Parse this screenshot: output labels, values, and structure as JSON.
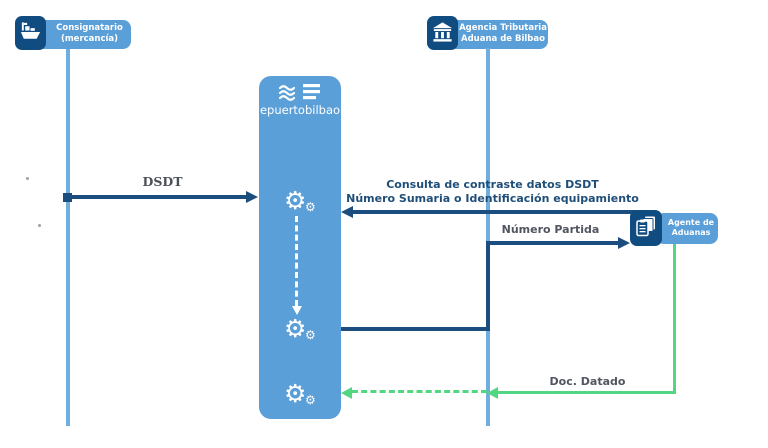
{
  "colors": {
    "light_blue": "#5B9FD8",
    "lifeline_blue": "#6FAEDE",
    "navy": "#1B4E7E",
    "icon_navy": "#114C80",
    "green": "#53D682",
    "label_navy": "#1F4E79",
    "label_gray": "#50555F",
    "white": "#FFFFFF"
  },
  "actors": {
    "consignatario": {
      "line1": "Consignatario",
      "line2": "(mercancía)",
      "icon": "ship-icon"
    },
    "agencia_tributaria": {
      "line1": "Agencia Tributaria",
      "line2": "Aduana de Bilbao",
      "icon": "bank-icon"
    },
    "epuertobilbao": {
      "label": "epuertobilbao",
      "icon": "waves-logo-icon"
    },
    "agente_aduanas": {
      "line1": "Agente de",
      "line2": "Aduanas",
      "icon": "documents-icon"
    }
  },
  "messages": {
    "dsdt": {
      "label": "DSDT",
      "from": "consignatario",
      "to": "epuertobilbao",
      "style": "solid-navy"
    },
    "consulta": {
      "line1": "Consulta de contraste datos DSDT",
      "line2": "Número Sumaria o Identificación equipamiento",
      "from": "agencia_tributaria",
      "to": "epuertobilbao",
      "style": "solid-navy"
    },
    "numero_partida": {
      "label": "Número Partida",
      "from": "epuertobilbao",
      "to": "agente_aduanas",
      "style": "solid-navy"
    },
    "doc_datado": {
      "label": "Doc. Datado",
      "from": "agente_aduanas",
      "to": "epuertobilbao",
      "style": "green-dashed"
    }
  },
  "icons": {
    "gear": "⚙"
  }
}
